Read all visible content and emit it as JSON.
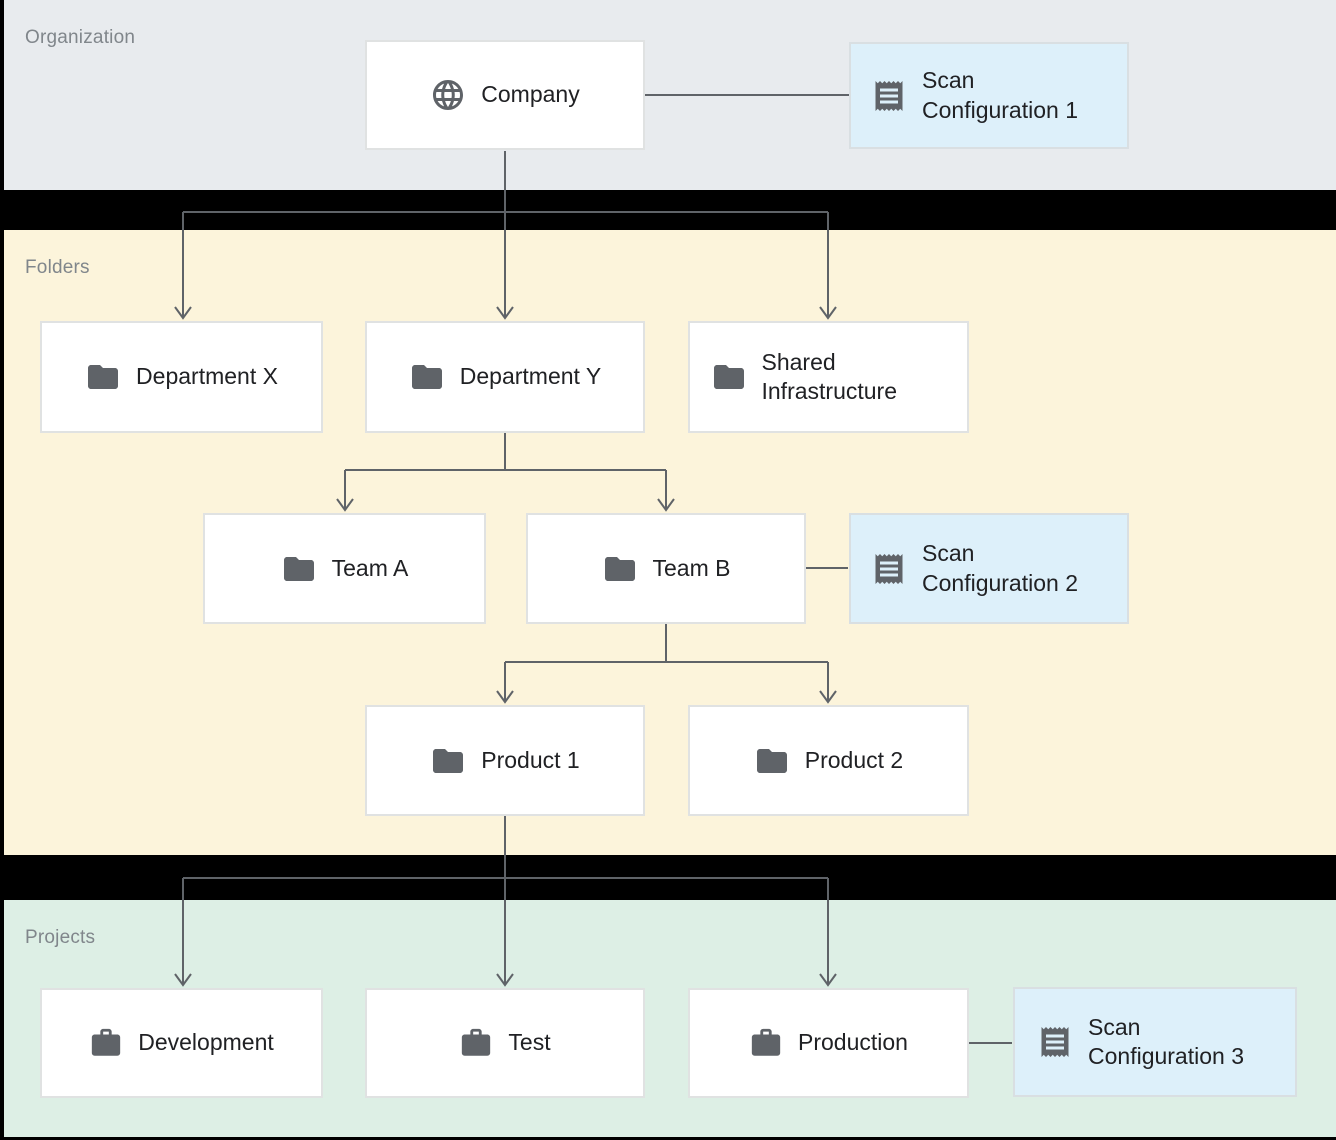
{
  "diagram": {
    "bands": [
      {
        "label": "Organization"
      },
      {
        "label": "Folders"
      },
      {
        "label": "Projects"
      }
    ],
    "nodes": [
      {
        "label": "Company",
        "icon": "globe-icon",
        "band": "Organization",
        "kind": "organization"
      },
      {
        "label": "Scan Configuration 1",
        "icon": "receipt-icon",
        "band": "Organization",
        "kind": "scan-config"
      },
      {
        "label": "Department X",
        "icon": "folder-icon",
        "band": "Folders",
        "kind": "folder"
      },
      {
        "label": "Department Y",
        "icon": "folder-icon",
        "band": "Folders",
        "kind": "folder"
      },
      {
        "label": "Shared Infrastructure",
        "icon": "folder-icon",
        "band": "Folders",
        "kind": "folder"
      },
      {
        "label": "Team A",
        "icon": "folder-icon",
        "band": "Folders",
        "kind": "folder"
      },
      {
        "label": "Team B",
        "icon": "folder-icon",
        "band": "Folders",
        "kind": "folder"
      },
      {
        "label": "Scan Configuration 2",
        "icon": "receipt-icon",
        "band": "Folders",
        "kind": "scan-config"
      },
      {
        "label": "Product 1",
        "icon": "folder-icon",
        "band": "Folders",
        "kind": "folder"
      },
      {
        "label": "Product 2",
        "icon": "folder-icon",
        "band": "Folders",
        "kind": "folder"
      },
      {
        "label": "Development",
        "icon": "briefcase-icon",
        "band": "Projects",
        "kind": "project"
      },
      {
        "label": "Test",
        "icon": "briefcase-icon",
        "band": "Projects",
        "kind": "project"
      },
      {
        "label": "Production",
        "icon": "briefcase-icon",
        "band": "Projects",
        "kind": "project"
      },
      {
        "label": "Scan Configuration 3",
        "icon": "receipt-icon",
        "band": "Projects",
        "kind": "scan-config"
      }
    ],
    "edges": [
      {
        "from": "Company",
        "to": "Scan Configuration 1",
        "style": "plain-line"
      },
      {
        "from": "Company",
        "to": "Department X",
        "style": "arrow"
      },
      {
        "from": "Company",
        "to": "Department Y",
        "style": "arrow"
      },
      {
        "from": "Company",
        "to": "Shared Infrastructure",
        "style": "arrow"
      },
      {
        "from": "Department Y",
        "to": "Team A",
        "style": "arrow"
      },
      {
        "from": "Department Y",
        "to": "Team B",
        "style": "arrow"
      },
      {
        "from": "Team B",
        "to": "Scan Configuration 2",
        "style": "plain-line"
      },
      {
        "from": "Team B",
        "to": "Product 1",
        "style": "arrow"
      },
      {
        "from": "Team B",
        "to": "Product 2",
        "style": "arrow"
      },
      {
        "from": "Product 1",
        "to": "Development",
        "style": "arrow"
      },
      {
        "from": "Product 1",
        "to": "Test",
        "style": "arrow"
      },
      {
        "from": "Product 1",
        "to": "Production",
        "style": "arrow"
      },
      {
        "from": "Production",
        "to": "Scan Configuration 3",
        "style": "plain-line"
      }
    ],
    "colors": {
      "background": "#000000",
      "organization_band": "#e8ebee",
      "folders_band": "#fcf4db",
      "projects_band": "#ddefe5",
      "node_fill": "#ffffff",
      "scan_config_fill": "#ddf0fa",
      "node_border": "#e0e2e2",
      "connector": "#5f6368",
      "icon": "#5f6368",
      "node_text": "#202124",
      "band_label_text": "#80868b"
    }
  }
}
